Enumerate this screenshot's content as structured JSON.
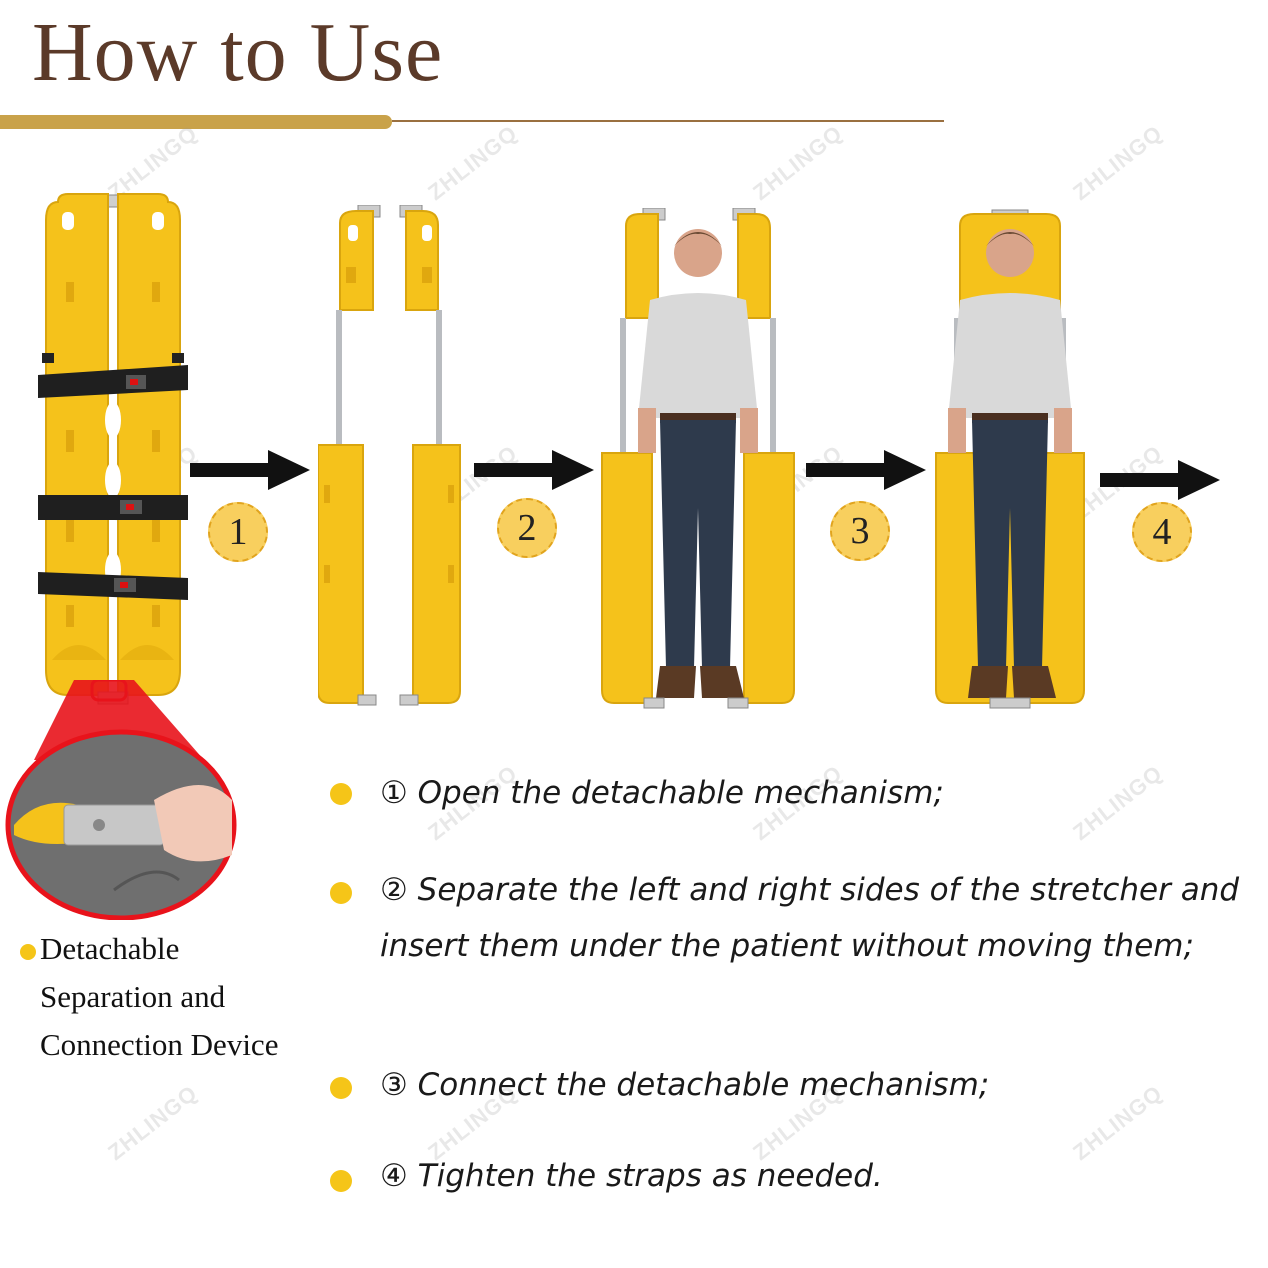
{
  "title": "How to Use",
  "watermark": "ZHLINGQ",
  "steps": [
    "1",
    "2",
    "3",
    "4"
  ],
  "instructions": [
    "① Open the detachable mechanism;",
    "② Separate the left and right sides of the stretcher and insert them under the patient without moving them;",
    "③ Connect the detachable mechanism;",
    "④ Tighten the straps as needed."
  ],
  "detail_label": "Detachable Separation and Connection Device",
  "colors": {
    "title": "#5b3a29",
    "accent_gold": "#c9a24a",
    "stretcher_yellow": "#f5c21b",
    "bullet_yellow": "#f5c518",
    "badge_fill": "#f8cf5e",
    "zoom_red": "#e8131b"
  }
}
